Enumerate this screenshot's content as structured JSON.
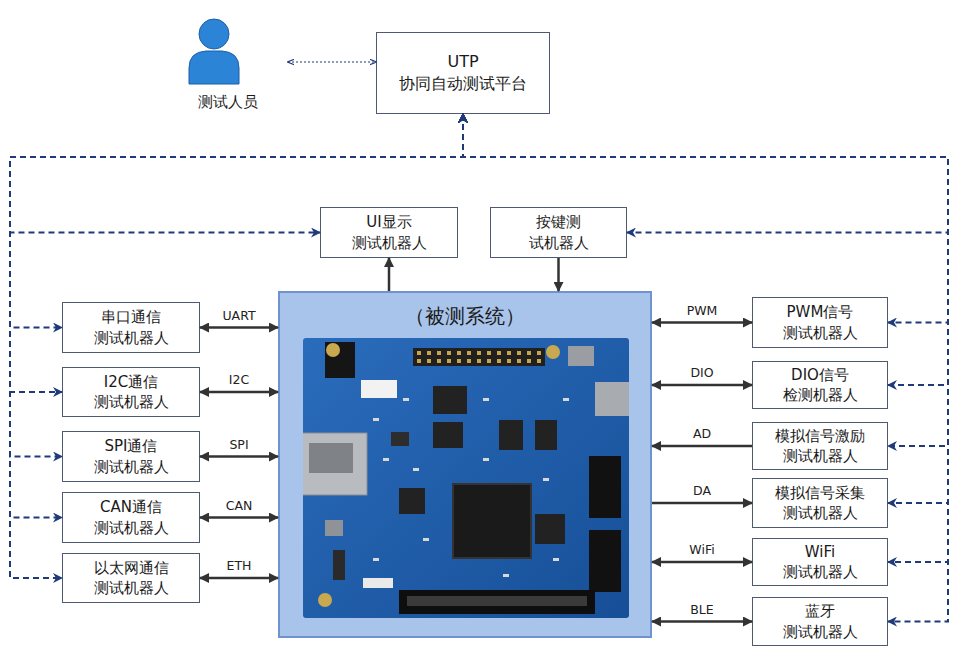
{
  "diagram": {
    "nodes": [
      {
        "text": [
          "测试人员"
        ]
      },
      {
        "text": [
          "UTP 协同自动测试平台"
        ]
      },
      {
        "text": [
          "UI显示 测试机器人"
        ]
      },
      {
        "text": [
          "按键测 试机器人"
        ]
      },
      {
        "text": [
          "（被测系统）"
        ]
      },
      {
        "text": [
          "串口通信 测试机器人"
        ]
      },
      {
        "text": [
          "I2C通信 测试机器人"
        ]
      },
      {
        "text": [
          "SPI通信 测试机器人"
        ]
      },
      {
        "text": [
          "CAN通信 测试机器人"
        ]
      },
      {
        "text": [
          "以太网通信 测试机器人"
        ]
      },
      {
        "text": [
          "PWM信号 测试机器人"
        ]
      },
      {
        "text": [
          "DIO信号 检测机器人"
        ]
      },
      {
        "text": [
          "模拟信号激励 测试机器人"
        ]
      },
      {
        "text": [
          "模拟信号采集 测试机器人"
        ]
      },
      {
        "text": [
          "WiFi 测试机器人"
        ]
      },
      {
        "text": [
          "蓝牙 测试机器人"
        ]
      }
    ],
    "edges": [
      {
        "from": 0,
        "to": 1,
        "arrow": "both"
      },
      {
        "from": 1,
        "to": 2,
        "arrow": "both"
      },
      {
        "from": 1,
        "to": 3,
        "arrow": "both"
      },
      {
        "from": 1,
        "to": 5,
        "arrow": "both"
      },
      {
        "from": 1,
        "to": 6,
        "arrow": "both"
      },
      {
        "from": 1,
        "to": 7,
        "arrow": "both"
      },
      {
        "from": 1,
        "to": 8,
        "arrow": "both"
      },
      {
        "from": 1,
        "to": 9,
        "arrow": "both"
      },
      {
        "from": 1,
        "to": 10,
        "arrow": "both"
      },
      {
        "from": 1,
        "to": 11,
        "arrow": "both"
      },
      {
        "from": 1,
        "to": 12,
        "arrow": "both"
      },
      {
        "from": 1,
        "to": 13,
        "arrow": "both"
      },
      {
        "from": 1,
        "to": 14,
        "arrow": "both"
      },
      {
        "from": 1,
        "to": 15,
        "arrow": "both"
      },
      {
        "from": 4,
        "to": 2,
        "arrow": "to"
      },
      {
        "from": 3,
        "to": 4,
        "arrow": "to"
      },
      {
        "from": 5,
        "to": 4,
        "label": "UART",
        "arrow": "both"
      },
      {
        "from": 6,
        "to": 4,
        "label": "I2C",
        "arrow": "both"
      },
      {
        "from": 7,
        "to": 4,
        "label": "SPI",
        "arrow": "both"
      },
      {
        "from": 8,
        "to": 4,
        "label": "CAN",
        "arrow": "both"
      },
      {
        "from": 9,
        "to": 4,
        "label": "ETH",
        "arrow": "both"
      },
      {
        "from": 4,
        "to": 10,
        "label": "PWM",
        "arrow": "both"
      },
      {
        "from": 4,
        "to": 11,
        "label": "DIO",
        "arrow": "both"
      },
      {
        "from": 12,
        "to": 4,
        "label": "AD",
        "arrow": "to"
      },
      {
        "from": 4,
        "to": 13,
        "label": "DA",
        "arrow": "to"
      },
      {
        "from": 4,
        "to": 14,
        "label": "WiFi",
        "arrow": "both"
      },
      {
        "from": 4,
        "to": 15,
        "label": "BLE",
        "arrow": "both"
      }
    ]
  }
}
